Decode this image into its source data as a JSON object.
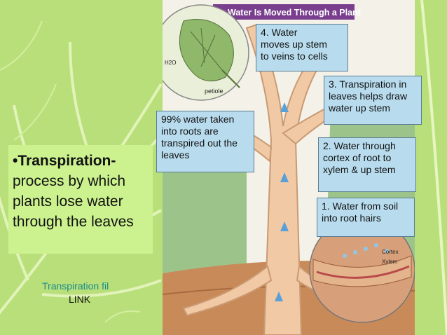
{
  "banner": {
    "title": "How Water Is Moved Through a Plant"
  },
  "definition": {
    "term": "•Transpiration-",
    "text": "process by which plants lose water through the leaves"
  },
  "callouts": {
    "c4": "4. Water\nmoves up stem\nto veins to cells",
    "c3": "3. Transpiration in\nleaves helps draw\nwater up stem",
    "c99": "99% water taken\ninto roots are\ntranspired out the\nleaves",
    "c2": "2. Water through\ncortex of root to\nxylem & up stem",
    "c1": "1. Water from soil\ninto root hairs"
  },
  "diagram_labels": {
    "petiole": "petiole",
    "h2o": "H2O",
    "cortex": "Cortex",
    "xylem": "Xylem"
  },
  "links": {
    "file": "Transpiration fil",
    "link": "LINK"
  },
  "colors": {
    "background_leaf": "#b9df7a",
    "definition_box": "#ccf28f",
    "callout_fill": "#b8dcee",
    "banner": "#7a3e8e",
    "trunk": "#f1c9a4",
    "water_arrow": "#5aa0d8",
    "soil": "#c98a5a"
  }
}
